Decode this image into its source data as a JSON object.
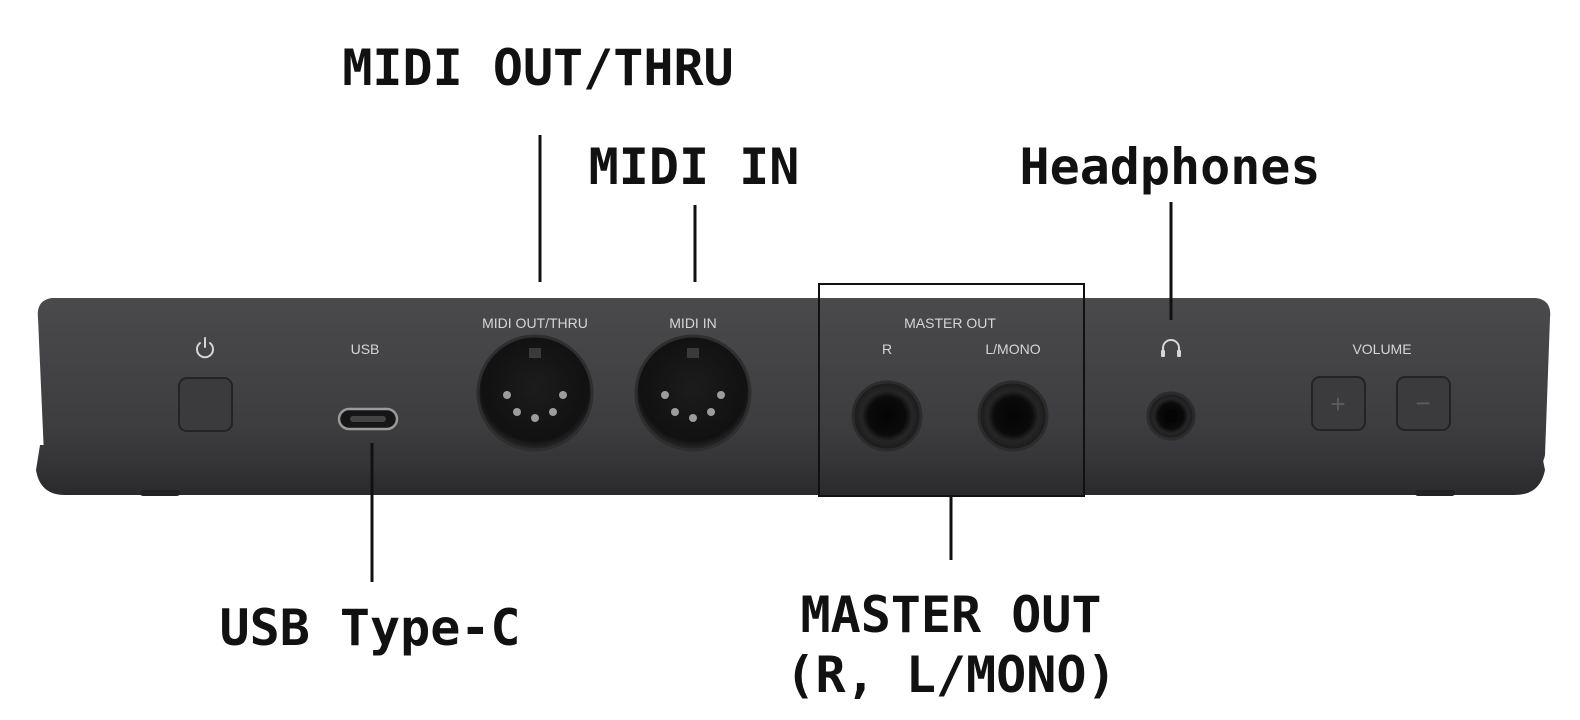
{
  "callouts": {
    "midi_out_thru": "MIDI OUT/THRU",
    "midi_in": "MIDI IN",
    "headphones": "Headphones",
    "usb_type_c": "USB Type-C",
    "master_out_line1": "MASTER OUT",
    "master_out_line2": "(R, L/MONO)"
  },
  "panel": {
    "usb": "USB",
    "midi_out_thru": "MIDI OUT/THRU",
    "midi_in": "MIDI IN",
    "master_out": "MASTER OUT",
    "r": "R",
    "l_mono": "L/MONO",
    "volume": "VOLUME",
    "plus": "+",
    "minus": "−"
  },
  "icons": {
    "power": "power-icon",
    "headphones": "headphones-icon"
  },
  "colors": {
    "body": "#3f3f42",
    "callout_text": "#111111",
    "panel_text": "#d6d6d6"
  }
}
